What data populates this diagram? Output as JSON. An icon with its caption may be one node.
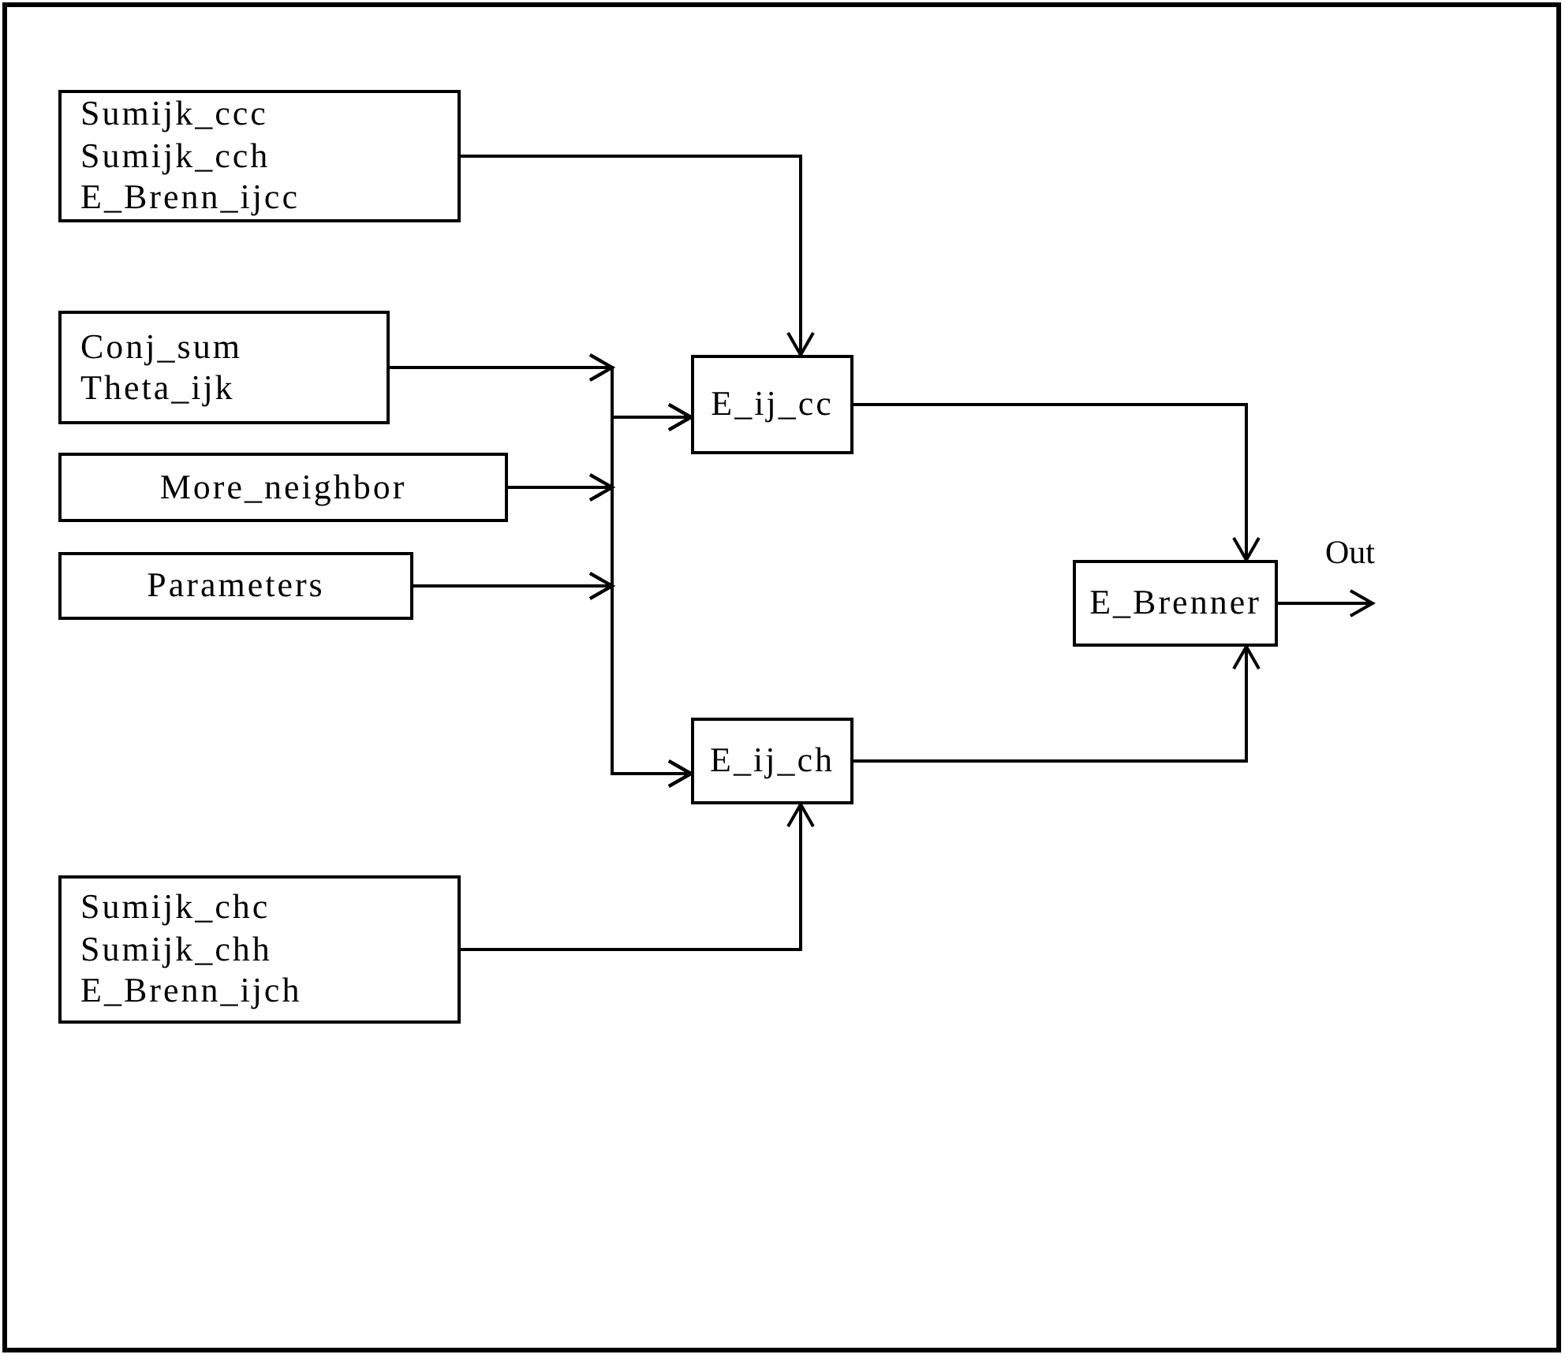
{
  "diagram": {
    "nodes": [
      {
        "text": [
          "Sumijk_ccc",
          "Sumijk_cch",
          "E_Brenn_ijcc"
        ]
      },
      {
        "text": [
          "E_ij_cc"
        ]
      },
      {
        "text": [
          "Conj_sum",
          "Theta_ijk"
        ]
      },
      {
        "text": [
          "More_neighbor"
        ]
      },
      {
        "text": [
          "E_Brenner"
        ]
      },
      {
        "text": [
          "Parameters"
        ]
      },
      {
        "text": [
          "E_ij_ch"
        ]
      },
      {
        "text": [
          "Sumijk_chc",
          "Sumijk_chh",
          "E_Brenn_ijch"
        ]
      }
    ],
    "edges": [
      {
        "from": 0,
        "to": 1,
        "arrow": "to"
      },
      {
        "from": 2,
        "to": 1,
        "arrow": "to"
      },
      {
        "from": 2,
        "to": 6,
        "arrow": "to"
      },
      {
        "from": 3,
        "to": 1,
        "arrow": "to"
      },
      {
        "from": 3,
        "to": 6,
        "arrow": "to"
      },
      {
        "from": 5,
        "to": 1,
        "arrow": "to"
      },
      {
        "from": 5,
        "to": 6,
        "arrow": "to"
      },
      {
        "from": 1,
        "to": 4,
        "arrow": "to"
      },
      {
        "from": 6,
        "to": 4,
        "arrow": "to"
      },
      {
        "from": 7,
        "to": 6,
        "arrow": "to"
      },
      {
        "from": 4,
        "to": null,
        "arrow": "to",
        "label": "Out"
      }
    ]
  }
}
